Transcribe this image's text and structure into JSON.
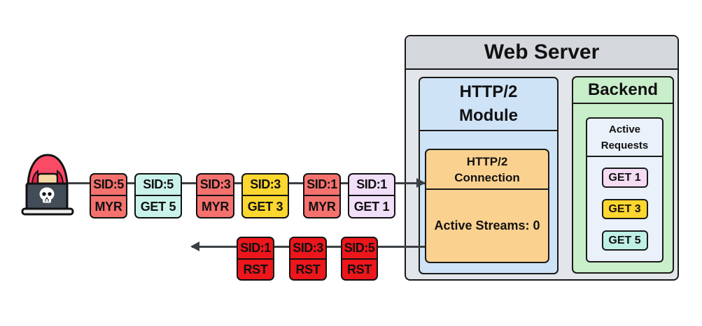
{
  "attacker": {
    "icon": "hacker-laptop-skull"
  },
  "request_packets": [
    {
      "sid": "SID:5",
      "label": "MYR",
      "color": "#F4716E"
    },
    {
      "sid": "SID:5",
      "label": "GET 5",
      "color": "#C9F3EA"
    },
    {
      "sid": "SID:3",
      "label": "MYR",
      "color": "#F4716E"
    },
    {
      "sid": "SID:3",
      "label": "GET 3",
      "color": "#FBD72F"
    },
    {
      "sid": "SID:1",
      "label": "MYR",
      "color": "#F4716E"
    },
    {
      "sid": "SID:1",
      "label": "GET 1",
      "color": "#F1DEF8"
    }
  ],
  "reset_packets": [
    {
      "sid": "SID:1",
      "label": "RST",
      "color": "#EC161B"
    },
    {
      "sid": "SID:3",
      "label": "RST",
      "color": "#EC161B"
    },
    {
      "sid": "SID:5",
      "label": "RST",
      "color": "#EC161B"
    }
  ],
  "web_server": {
    "title": "Web Server",
    "http2_module": {
      "title": "HTTP/2 Module",
      "connection": {
        "title": "HTTP/2 Connection",
        "status": "Active Streams: 0"
      }
    },
    "backend": {
      "title": "Backend",
      "active_requests": {
        "title": "Active Requests",
        "items": [
          {
            "label": "GET 1",
            "color": "#F5DBF4"
          },
          {
            "label": "GET 3",
            "color": "#FFD62E"
          },
          {
            "label": "GET 5",
            "color": "#BFF0E6"
          }
        ]
      }
    }
  },
  "colors": {
    "myr_packet": "#F4716E",
    "rst_packet": "#EC161B",
    "server_bg": "#E2E5E9",
    "server_header_bg": "#D4D8DC",
    "module_bg": "#CFE3F7",
    "connection_bg": "#FAD18F",
    "backend_bg": "#C9EECA",
    "active_requests_bg": "#EAF1FA",
    "flow_line": "#3C4043"
  }
}
